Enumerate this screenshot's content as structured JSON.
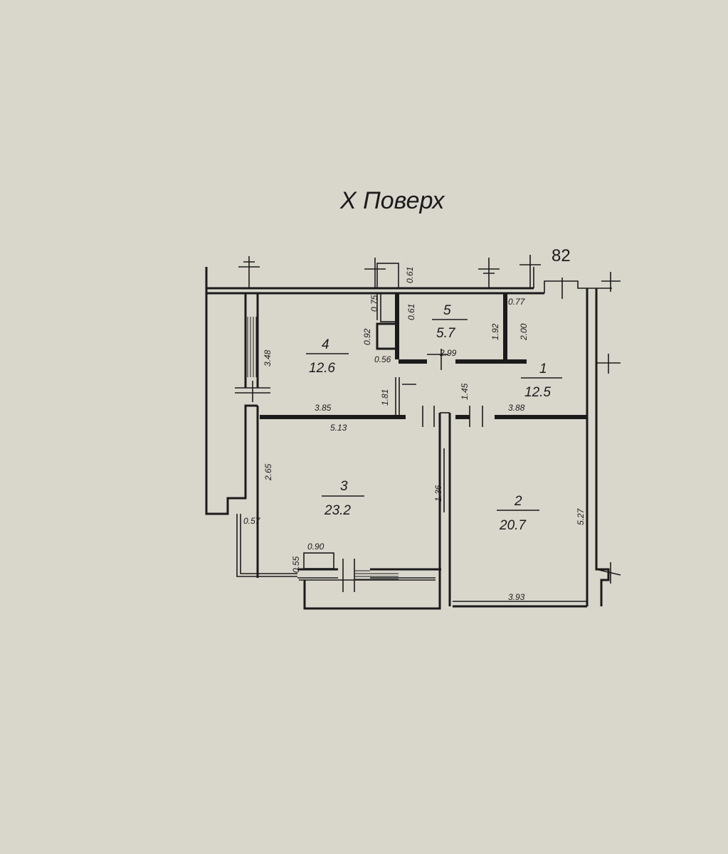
{
  "plan": {
    "title": "X Поверх",
    "sheet_number": "82",
    "rooms": [
      {
        "number": "1",
        "area": "12.5"
      },
      {
        "number": "2",
        "area": "20.7"
      },
      {
        "number": "3",
        "area": "23.2"
      },
      {
        "number": "4",
        "area": "12.6"
      },
      {
        "number": "5",
        "area": "5.7"
      }
    ],
    "dimensions": {
      "d_348": "3.48",
      "d_385": "3.85",
      "d_513": "5.13",
      "d_265": "2.65",
      "d_057": "0.57",
      "d_055": "0.55",
      "d_090": "0.90",
      "d_136": "1.36",
      "d_181": "1.81",
      "d_145": "1.45",
      "d_388": "3.88",
      "d_527": "5.27",
      "d_393": "3.93",
      "d_299": "2.99",
      "d_192": "1.92",
      "d_200": "2.00",
      "d_077": "0.77",
      "d_061a": "0.61",
      "d_061b": "0.61",
      "d_075": "0.75",
      "d_092": "0.92",
      "d_056": "0.56"
    }
  }
}
